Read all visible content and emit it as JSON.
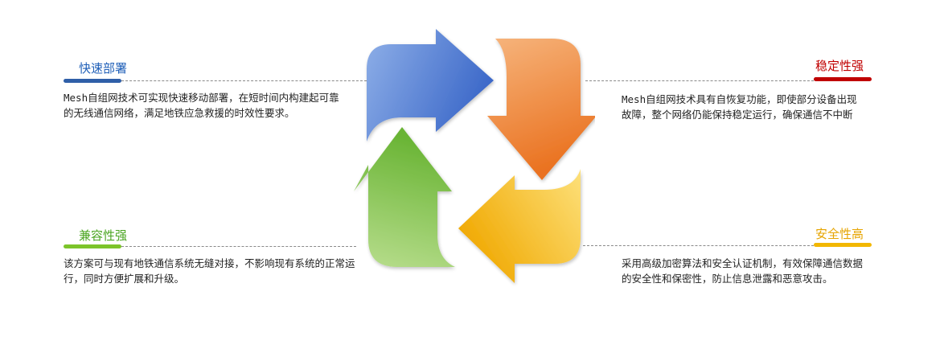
{
  "colors": {
    "blue": "#4a77cf",
    "orange": "#ee7f2d",
    "yellow": "#f4b31a",
    "green": "#7cbf45",
    "title_blue": "#1f5fb8",
    "title_red": "#c00000",
    "title_green": "#4aa521",
    "title_yellow": "#e6a400",
    "bar_blue": "#2f5fa8",
    "bar_red": "#c00000",
    "bar_green": "#7cc42a",
    "bar_yellow": "#f2b700"
  },
  "features": {
    "top_left": {
      "title": "快速部署",
      "desc": "Mesh自组网技术可实现快速移动部署，在短时间内构建起可靠的无线通信网络，满足地铁应急救援的时效性要求。"
    },
    "top_right": {
      "title": "稳定性强",
      "desc": "Mesh自组网技术具有自恢复功能，即使部分设备出现故障，整个网络仍能保持稳定运行，确保通信不中断"
    },
    "bottom_left": {
      "title": "兼容性强",
      "desc": "该方案可与现有地铁通信系统无缝对接，不影响现有系统的正常运行，同时方便扩展和升级。"
    },
    "bottom_right": {
      "title": "安全性高",
      "desc": "采用高级加密算法和安全认证机制，有效保障通信数据的安全性和保密性，防止信息泄露和恶意攻击。"
    }
  },
  "cycle_arrows": [
    {
      "name": "blue-arrow",
      "color_key": "blue",
      "direction": "right"
    },
    {
      "name": "orange-arrow",
      "color_key": "orange",
      "direction": "down"
    },
    {
      "name": "yellow-arrow",
      "color_key": "yellow",
      "direction": "left"
    },
    {
      "name": "green-arrow",
      "color_key": "green",
      "direction": "up"
    }
  ]
}
